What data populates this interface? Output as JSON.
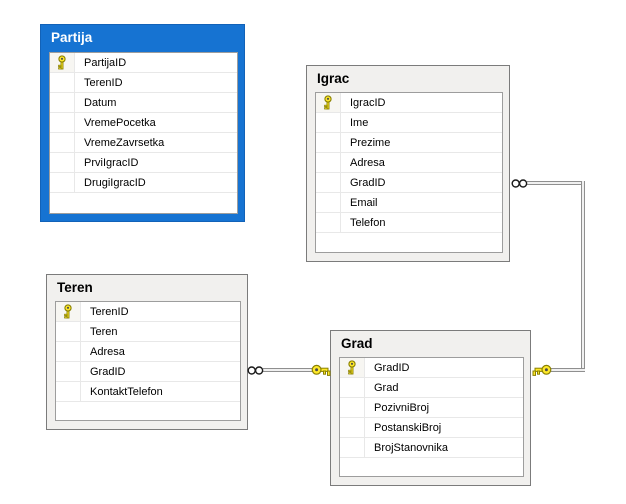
{
  "diagram": {
    "tables": [
      {
        "title": "Partija",
        "selected": true,
        "columns": [
          {
            "name": "PartijaID",
            "pk": true
          },
          {
            "name": "TerenID",
            "pk": false
          },
          {
            "name": "Datum",
            "pk": false
          },
          {
            "name": "VremePocetka",
            "pk": false
          },
          {
            "name": "VremeZavrsetka",
            "pk": false
          },
          {
            "name": "PrviIgracID",
            "pk": false
          },
          {
            "name": "DrugiIgracID",
            "pk": false
          }
        ]
      },
      {
        "title": "Igrac",
        "selected": false,
        "columns": [
          {
            "name": "IgracID",
            "pk": true
          },
          {
            "name": "Ime",
            "pk": false
          },
          {
            "name": "Prezime",
            "pk": false
          },
          {
            "name": "Adresa",
            "pk": false
          },
          {
            "name": "GradID",
            "pk": false
          },
          {
            "name": "Email",
            "pk": false
          },
          {
            "name": "Telefon",
            "pk": false
          }
        ]
      },
      {
        "title": "Teren",
        "selected": false,
        "columns": [
          {
            "name": "TerenID",
            "pk": true
          },
          {
            "name": "Teren",
            "pk": false
          },
          {
            "name": "Adresa",
            "pk": false
          },
          {
            "name": "GradID",
            "pk": false
          },
          {
            "name": "KontaktTelefon",
            "pk": false
          }
        ]
      },
      {
        "title": "Grad",
        "selected": false,
        "columns": [
          {
            "name": "GradID",
            "pk": true
          },
          {
            "name": "Grad",
            "pk": false
          },
          {
            "name": "PozivniBroj",
            "pk": false
          },
          {
            "name": "PostanskiBroj",
            "pk": false
          },
          {
            "name": "BrojStanovnika",
            "pk": false
          }
        ]
      }
    ],
    "relationships": [
      {
        "from_table": "Teren",
        "from_column": "GradID",
        "to_table": "Grad",
        "to_column": "GradID",
        "many_end_icon": "infinity-icon",
        "one_end_icon": "key-icon"
      },
      {
        "from_table": "Igrac",
        "from_column": "GradID",
        "to_table": "Grad",
        "to_column": "GradID",
        "many_end_icon": "infinity-icon",
        "one_end_icon": "key-icon"
      }
    ],
    "colors": {
      "selected_table": "#1673d2",
      "selected_title_text": "#ffffff",
      "table_bg": "#f1f0ee",
      "table_border": "#7b7b7b",
      "grid_bg": "#ffffff",
      "grid_border": "#9d9d9d",
      "row_divider": "#e8e8e8",
      "key_gold": "#ffe92a",
      "connector_gray": "#8f8f8f",
      "canvas_bg": "#ffffff"
    }
  }
}
